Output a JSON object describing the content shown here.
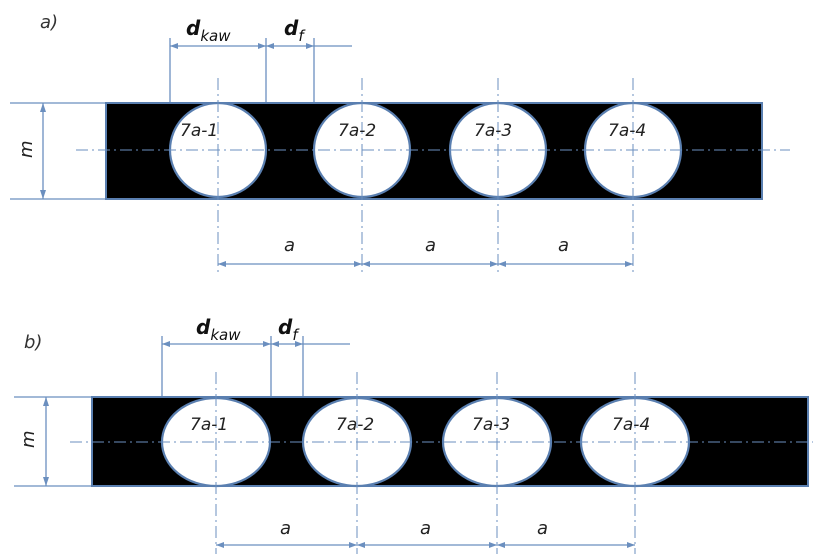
{
  "panels": [
    {
      "id": "a",
      "label": "a)",
      "dim_kaw_main": "d",
      "dim_kaw_sub": "kaw",
      "dim_f_main": "d",
      "dim_f_sub": "f",
      "height_label": "m",
      "spacing_label": "a",
      "holes": [
        "7a-1",
        "7a-2",
        "7a-3",
        "7a-4"
      ]
    },
    {
      "id": "b",
      "label": "b)",
      "dim_kaw_main": "d",
      "dim_kaw_sub": "kaw",
      "dim_f_main": "d",
      "dim_f_sub": "f",
      "height_label": "m",
      "spacing_label": "a",
      "holes": [
        "7a-1",
        "7a-2",
        "7a-3",
        "7a-4"
      ]
    }
  ],
  "colors": {
    "strip": "#000000",
    "outline": "#5a7fb0",
    "dimension": "#6b8fbf",
    "hole": "#ffffff"
  }
}
